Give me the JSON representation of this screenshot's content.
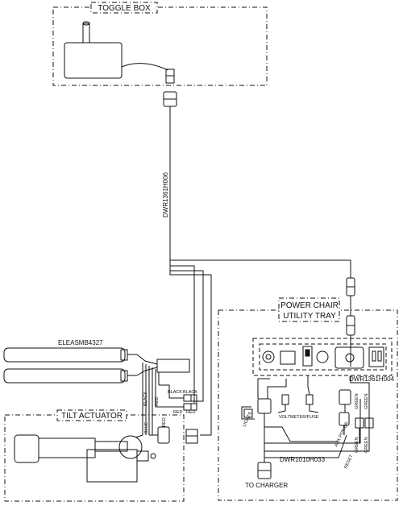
{
  "sections": {
    "toggle_box": "TOGGLE BOX",
    "tilt_actuator": "TILT ACTUATOR",
    "utility_tray_line1": "POWER CHAIR",
    "utility_tray_line2": "UTILITY TRAY"
  },
  "part_numbers": {
    "harness_main": "DWR1361H006",
    "actuator_assembly": "ELEASMB4327",
    "harness_tray": "DWR1361H004",
    "harness_charger": "DWR1010H033"
  },
  "wire_colors": {
    "black_left": "BLACK",
    "black_right": "BLACK",
    "red_left": "RED",
    "red_right": "RED",
    "black_vertical": "BLACK",
    "red_vertical": "RED",
    "blue": "BLUE",
    "red_small": "RED",
    "green_1": "GREEN",
    "green_2": "GREEN",
    "green_3": "GREEN",
    "green_4": "GREEN"
  },
  "connector_labels": {
    "voltmeter_fuse": "VOLTMETER/FUSE",
    "aux_power": "AUX POWER",
    "reset": "RESET",
    "lights": "LIGHTS",
    "to_charger": "TO CHARGER"
  }
}
